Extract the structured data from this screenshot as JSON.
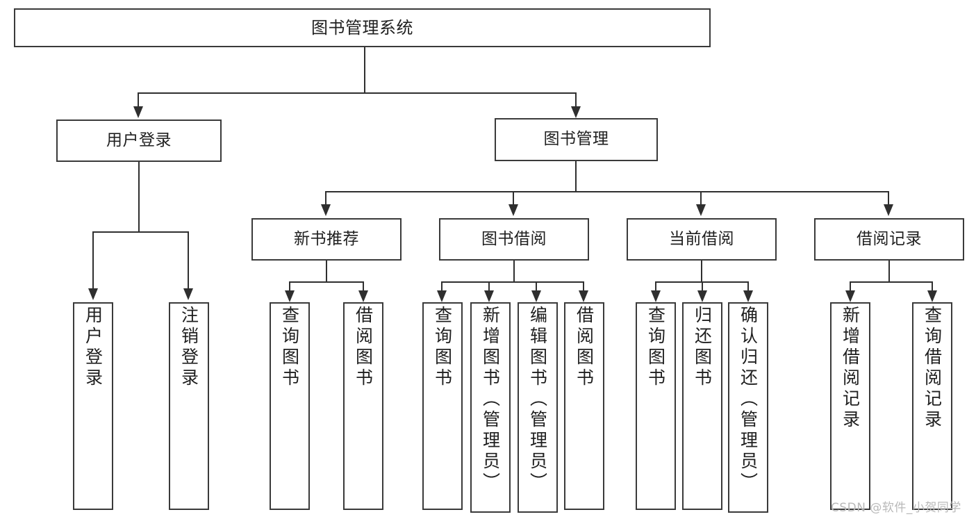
{
  "diagram": {
    "type": "tree",
    "title": "图书管理系统",
    "root": {
      "label": "图书管理系统"
    },
    "level2": [
      {
        "label": "用户登录"
      },
      {
        "label": "图书管理"
      }
    ],
    "level3": [
      {
        "label": "新书推荐"
      },
      {
        "label": "图书借阅"
      },
      {
        "label": "当前借阅"
      },
      {
        "label": "借阅记录"
      }
    ],
    "leaves": {
      "user_login": [
        {
          "label": "用户登录"
        },
        {
          "label": "注销登录"
        }
      ],
      "new_book_recommend": [
        {
          "label": "查询图书"
        },
        {
          "label": "借阅图书"
        }
      ],
      "book_borrow": [
        {
          "label": "查询图书"
        },
        {
          "label": "新增图书（管理员）"
        },
        {
          "label": "编辑图书（管理员）"
        },
        {
          "label": "借阅图书"
        }
      ],
      "current_borrow": [
        {
          "label": "查询图书"
        },
        {
          "label": "归还图书"
        },
        {
          "label": "确认归还（管理员）"
        }
      ],
      "borrow_record": [
        {
          "label": "新增借阅记录"
        },
        {
          "label": "查询借阅记录"
        }
      ]
    }
  },
  "watermark": {
    "text": "CSDN @软件_小贺同学"
  },
  "colors": {
    "border": "#3a3a3a",
    "line": "#2f2f2f",
    "background": "#ffffff",
    "text": "#1f1f1f",
    "watermark": "#b9b9b9"
  }
}
